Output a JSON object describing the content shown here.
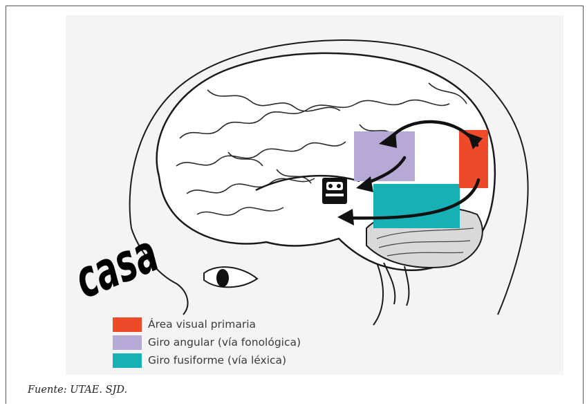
{
  "figure": {
    "word": "casa",
    "legend": [
      {
        "label": "Área visual primaria",
        "color": "#ef4a2a"
      },
      {
        "label": "Giro angular (vía fonológica)",
        "color": "#b6a9d6"
      },
      {
        "label": "Giro fusiforme (vía léxica)",
        "color": "#17b0b4"
      }
    ],
    "source": "Fuente: UTAE. SJD.",
    "icons": [
      "eye-icon",
      "ear-icon"
    ],
    "colors": {
      "line": "#1a1a1a",
      "bg_wash": "#eeeeee"
    }
  }
}
